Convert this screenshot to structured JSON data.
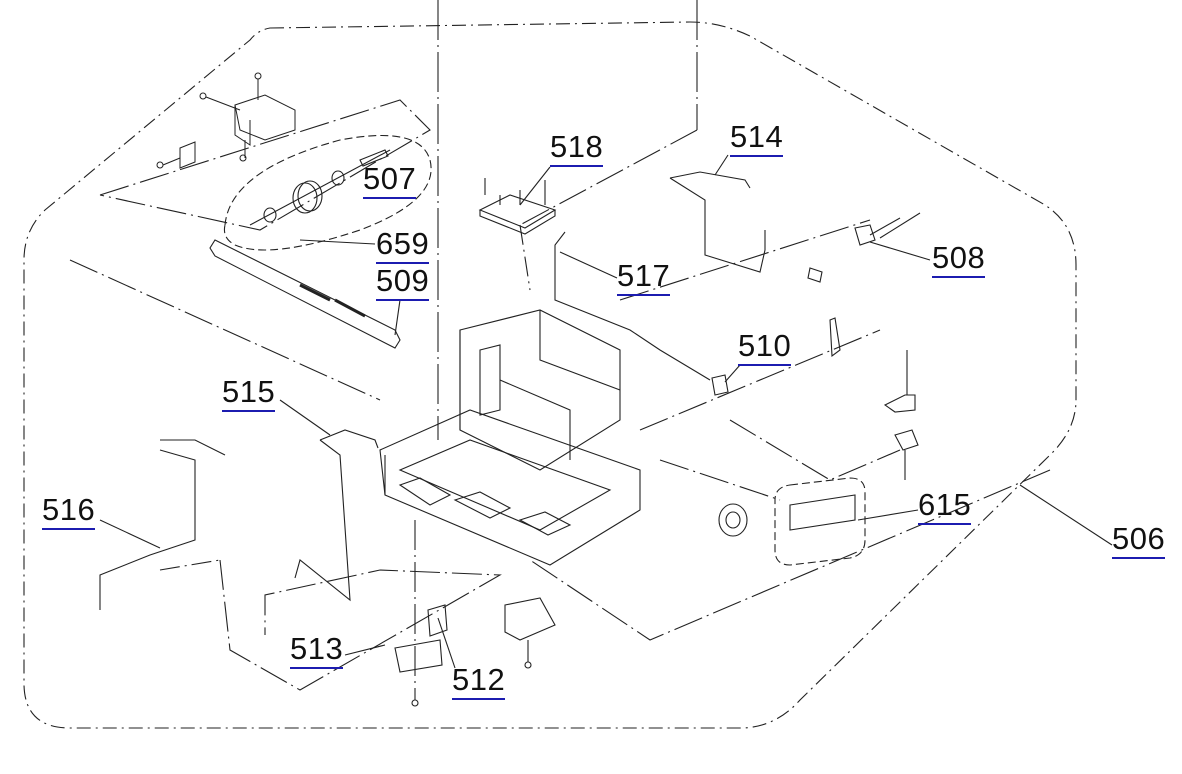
{
  "diagram": {
    "assembly_label": "506",
    "part_labels": {
      "p507": "507",
      "p659": "659",
      "p509": "509",
      "p518": "518",
      "p514": "514",
      "p517": "517",
      "p508": "508",
      "p510": "510",
      "p515": "515",
      "p516": "516",
      "p615": "615",
      "p506": "506",
      "p513": "513",
      "p512": "512"
    },
    "colors": {
      "line": "#222222",
      "link_underline": "#1c1cb0"
    }
  }
}
